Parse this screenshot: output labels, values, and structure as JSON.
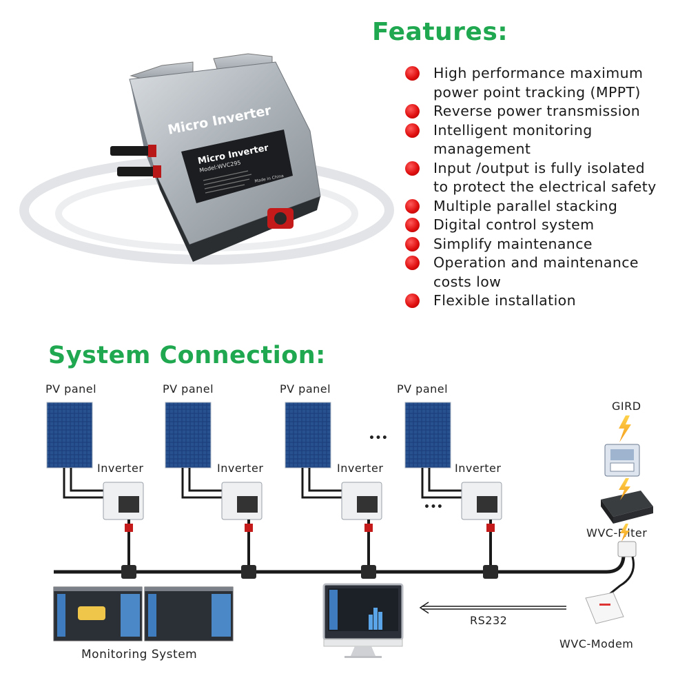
{
  "features": {
    "title": "Features:",
    "items": [
      "High performance maximum\npower point tracking (MPPT)",
      "Reverse power transmission",
      "Intelligent monitoring\nmanagement",
      "Input /output is fully isolated\n to protect the electrical safety",
      "Multiple parallel stacking",
      "Digital control system",
      "Simplify maintenance",
      "Operation and maintenance\ncosts low",
      "Flexible installation"
    ]
  },
  "product": {
    "cover_label": "Micro Inverter",
    "plate_title": "Micro Inverter",
    "plate_model": "Model:WVC295",
    "plate_origin": "Made in China"
  },
  "system": {
    "title": "System Connection:",
    "pv_label": "PV panel",
    "inverter_label": "Inverter",
    "grid_label": "GIRD",
    "filter_label": "WVC-Filter",
    "modem_label": "WVC-Modem",
    "monitoring_label": "Monitoring System",
    "link_label": "RS232",
    "ellipsis": "•••"
  },
  "colors": {
    "accent_green": "#1fa84f",
    "bullet_red": "#e01010",
    "panel_blue": "#1d3f7c"
  }
}
